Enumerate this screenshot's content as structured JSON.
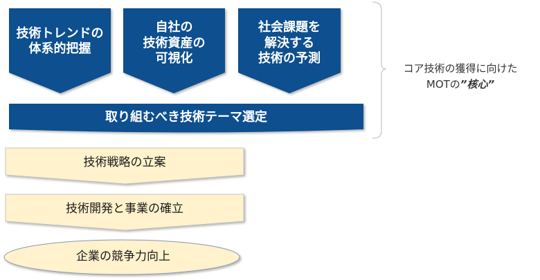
{
  "colors": {
    "blue": "#0e4f8f",
    "yellow": "#fff2cc"
  },
  "top_boxes": [
    {
      "lines": [
        "技術トレンドの",
        "体系的把握"
      ]
    },
    {
      "lines": [
        "自社の",
        "技術資産の",
        "可視化"
      ]
    },
    {
      "lines": [
        "社会課題を",
        "解決する",
        "技術の予測"
      ]
    }
  ],
  "theme_bar": "取り組むべき技術テーマ選定",
  "steps": [
    "技術戦略の立案",
    "技術開発と事業の確立"
  ],
  "goal": "企業の競争力向上",
  "side_note": {
    "line1": "コア技術の獲得に向けた",
    "line2_prefix": "MOTの",
    "line2_emphasis": "”核心”"
  }
}
